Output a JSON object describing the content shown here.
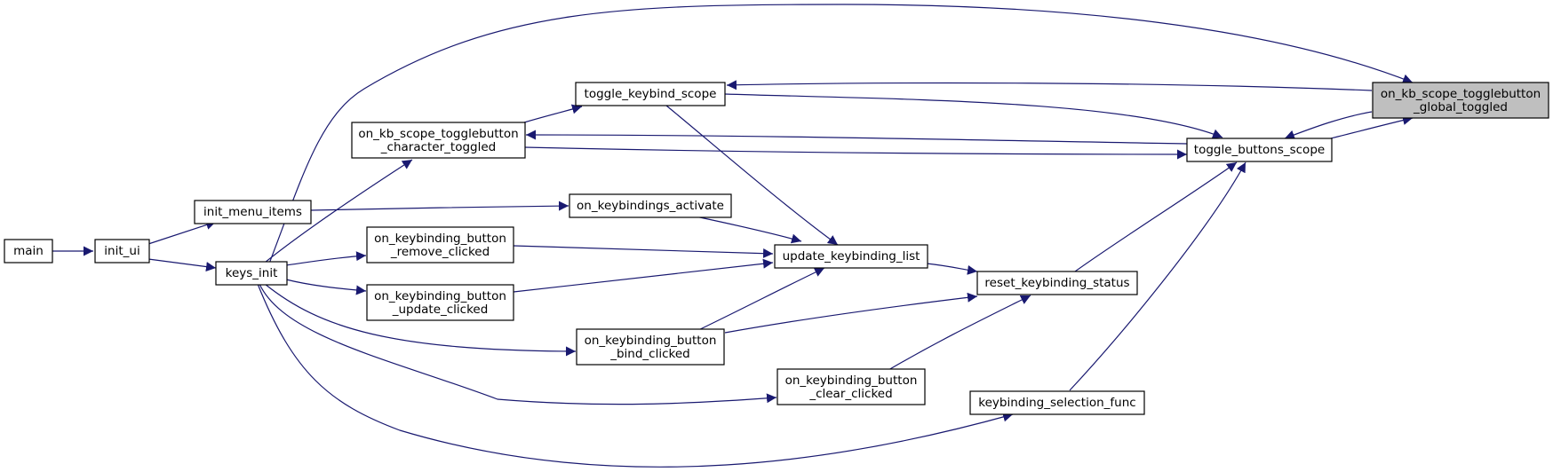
{
  "diagram": {
    "nodes": {
      "main": {
        "label": "main"
      },
      "init_ui": {
        "label": "init_ui"
      },
      "init_menu_items": {
        "label": "init_menu_items"
      },
      "keys_init": {
        "label": "keys_init"
      },
      "on_kb_scope_character": {
        "label1": "on_kb_scope_togglebutton",
        "label2": "_character_toggled"
      },
      "toggle_keybind_scope": {
        "label": "toggle_keybind_scope"
      },
      "on_keybindings_activate": {
        "label": "on_keybindings_activate"
      },
      "on_kb_remove": {
        "label1": "on_keybinding_button",
        "label2": "_remove_clicked"
      },
      "on_kb_update": {
        "label1": "on_keybinding_button",
        "label2": "_update_clicked"
      },
      "on_kb_bind": {
        "label1": "on_keybinding_button",
        "label2": "_bind_clicked"
      },
      "on_kb_clear": {
        "label1": "on_keybinding_button",
        "label2": "_clear_clicked"
      },
      "update_keybinding_list": {
        "label": "update_keybinding_list"
      },
      "reset_keybinding_status": {
        "label": "reset_keybinding_status"
      },
      "keybinding_selection_func": {
        "label": "keybinding_selection_func"
      },
      "toggle_buttons_scope": {
        "label": "toggle_buttons_scope"
      },
      "on_kb_scope_global": {
        "label1": "on_kb_scope_togglebutton",
        "label2": "_global_toggled"
      }
    },
    "edges": [
      {
        "from": "main",
        "to": "init_ui"
      },
      {
        "from": "init_ui",
        "to": "init_menu_items"
      },
      {
        "from": "init_ui",
        "to": "keys_init"
      },
      {
        "from": "init_menu_items",
        "to": "on_keybindings_activate"
      },
      {
        "from": "keys_init",
        "to": "on_kb_scope_character"
      },
      {
        "from": "keys_init",
        "to": "on_kb_remove"
      },
      {
        "from": "keys_init",
        "to": "on_kb_update"
      },
      {
        "from": "keys_init",
        "to": "on_kb_bind"
      },
      {
        "from": "keys_init",
        "to": "on_kb_clear"
      },
      {
        "from": "keys_init",
        "to": "keybinding_selection_func"
      },
      {
        "from": "keys_init",
        "to": "on_kb_scope_global"
      },
      {
        "from": "on_kb_scope_character",
        "to": "toggle_keybind_scope"
      },
      {
        "from": "on_kb_scope_character",
        "to": "toggle_buttons_scope"
      },
      {
        "from": "toggle_keybind_scope",
        "to": "update_keybinding_list"
      },
      {
        "from": "toggle_keybind_scope",
        "to": "toggle_buttons_scope"
      },
      {
        "from": "on_keybindings_activate",
        "to": "update_keybinding_list"
      },
      {
        "from": "on_kb_remove",
        "to": "update_keybinding_list"
      },
      {
        "from": "on_kb_update",
        "to": "update_keybinding_list"
      },
      {
        "from": "on_kb_bind",
        "to": "update_keybinding_list"
      },
      {
        "from": "on_kb_bind",
        "to": "reset_keybinding_status"
      },
      {
        "from": "on_kb_clear",
        "to": "reset_keybinding_status"
      },
      {
        "from": "update_keybinding_list",
        "to": "reset_keybinding_status"
      },
      {
        "from": "reset_keybinding_status",
        "to": "toggle_buttons_scope"
      },
      {
        "from": "keybinding_selection_func",
        "to": "toggle_buttons_scope"
      },
      {
        "from": "toggle_buttons_scope",
        "to": "on_kb_scope_character"
      },
      {
        "from": "toggle_buttons_scope",
        "to": "on_kb_scope_global"
      },
      {
        "from": "on_kb_scope_global",
        "to": "toggle_keybind_scope"
      },
      {
        "from": "on_kb_scope_global",
        "to": "toggle_buttons_scope"
      }
    ],
    "colors": {
      "edge": "#191970",
      "node_border": "#000000",
      "node_fill": "#ffffff",
      "highlight_fill": "#bfbfbf"
    }
  }
}
